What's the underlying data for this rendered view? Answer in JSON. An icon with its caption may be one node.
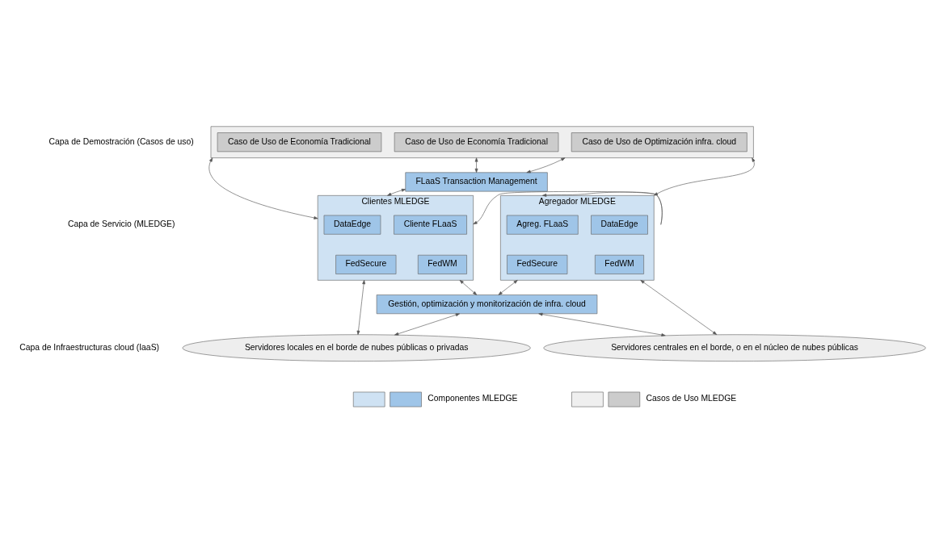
{
  "diagram": {
    "nodes": [
      {
        "text": [],
        "shape": "box"
      },
      {
        "text": [
          "Caso de Uso de Economía Tradicional"
        ],
        "in": 0
      },
      {
        "text": [
          "Caso de Uso de Economía Tradicional"
        ],
        "in": 0
      },
      {
        "text": [
          "Caso de Uso de Optimización infra. cloud"
        ],
        "in": 0
      },
      {
        "text": [
          "FLaaS Transaction Management"
        ]
      },
      {
        "text": [
          "Clientes MLEDGE"
        ]
      },
      {
        "text": [
          "DataEdge"
        ],
        "in": 5
      },
      {
        "text": [
          "Cliente FLaaS"
        ],
        "in": 5
      },
      {
        "text": [
          "FedSecure"
        ],
        "in": 5
      },
      {
        "text": [
          "FedWM"
        ],
        "in": 5
      },
      {
        "text": [
          "Agregador MLEDGE"
        ]
      },
      {
        "text": [
          "Agreg. FLaaS"
        ],
        "in": 10
      },
      {
        "text": [
          "DataEdge"
        ],
        "in": 10
      },
      {
        "text": [
          "FedSecure"
        ],
        "in": 10
      },
      {
        "text": [
          "FedWM"
        ],
        "in": 10
      },
      {
        "text": [
          "Gestión, optimización y monitorización de infra. cloud"
        ]
      },
      {
        "text": [
          "Servidores locales en el borde de nubes públicas o privadas"
        ]
      },
      {
        "text": [
          "Servidores centrales en el borde, o en el núcleo de nubes públicas"
        ]
      }
    ],
    "edges": [
      {
        "from": 0,
        "to": 5,
        "arrow": "both"
      },
      {
        "from": 0,
        "to": 4,
        "arrow": "both"
      },
      {
        "from": 0,
        "to": 4,
        "arrow": "both"
      },
      {
        "from": 0,
        "to": 10,
        "arrow": "both"
      },
      {
        "from": 4,
        "to": 5,
        "arrow": "both"
      },
      {
        "from": 5,
        "to": 10,
        "arrow": "both"
      },
      {
        "from": 5,
        "to": 16,
        "arrow": "both"
      },
      {
        "from": 5,
        "to": 15,
        "arrow": "both"
      },
      {
        "from": 15,
        "to": 16,
        "arrow": "both"
      },
      {
        "from": 10,
        "to": 15,
        "arrow": "both"
      },
      {
        "from": 15,
        "to": 17,
        "arrow": "both"
      },
      {
        "from": 10,
        "to": 17,
        "arrow": "both"
      }
    ],
    "labels": [
      "Capa de Demostración (Casos de uso)",
      "Capa de Servicio (MLEDGE)",
      "Capa de Infraestructuras cloud (IaaS)"
    ],
    "legend": [
      {
        "text": "Componentes MLEDGE",
        "color": "#9fc5e8"
      },
      {
        "text": "Casos de Uso MLEDGE",
        "color": "#cccccc"
      }
    ]
  }
}
